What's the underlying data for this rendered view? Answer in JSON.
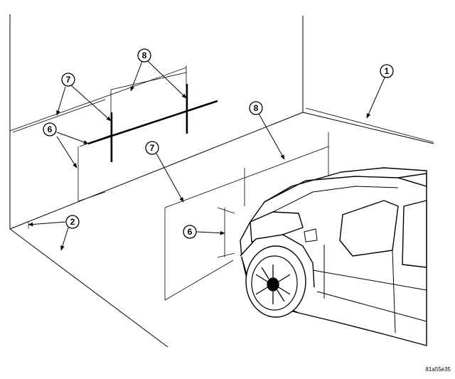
{
  "callouts": [
    {
      "id": "c1",
      "label": "1"
    },
    {
      "id": "c2",
      "label": "2"
    },
    {
      "id": "c6a",
      "label": "6"
    },
    {
      "id": "c6b",
      "label": "6"
    },
    {
      "id": "c7a",
      "label": "7"
    },
    {
      "id": "c7b",
      "label": "7"
    },
    {
      "id": "c8a",
      "label": "8"
    },
    {
      "id": "c8b",
      "label": "8"
    }
  ],
  "ref_code": "81a55e35",
  "colors": {
    "line": "#000000",
    "background": "#ffffff"
  }
}
